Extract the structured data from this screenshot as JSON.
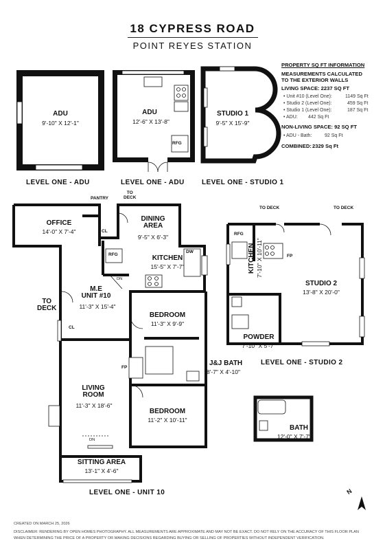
{
  "header": {
    "title": "18 CYPRESS ROAD",
    "subtitle": "POINT REYES STATION"
  },
  "sqft": {
    "heading": "PROPERTY SQ FT INFORMATION",
    "measure_line1": "MEASUREMENTS CALCULATED",
    "measure_line2": "TO THE EXTERIOR WALLS",
    "living_label": "LIVING SPACE: 2237 SQ FT",
    "living_items": [
      {
        "label": "Unit #10 (Level One):",
        "value": "1149 Sq Ft"
      },
      {
        "label": "Studio 2 (Level One):",
        "value": "459 Sq Ft"
      },
      {
        "label": "Studio 1 (Level One):",
        "value": "187 Sq Ft"
      },
      {
        "label": "ADU:",
        "value": "442 Sq Ft"
      }
    ],
    "nonliving_label": "NON-LIVING SPACE: 92 SQ FT",
    "nonliving_items": [
      {
        "label": "ADU - Bath:",
        "value": "92 Sq Ft"
      }
    ],
    "combined_label": "COMBINED:",
    "combined_value": "2329 Sq Ft"
  },
  "plans": {
    "adu1": {
      "name": "ADU",
      "dims": "9'-10\" X 12'-1\"",
      "level": "LEVEL ONE - ADU"
    },
    "adu2": {
      "name": "ADU",
      "dims": "12'-6\" X 13'-8\"",
      "level": "LEVEL ONE - ADU",
      "rfg": "RFG"
    },
    "studio1": {
      "name": "STUDIO 1",
      "dims": "9'-5\" X 15'-9\"",
      "level": "LEVEL ONE - STUDIO 1"
    },
    "unit10": {
      "level": "LEVEL ONE - UNIT 10",
      "pantry": "PANTRY",
      "to_deck_top": "TO\nDECK",
      "office": {
        "name": "OFFICE",
        "dims": "14'-0\" X 7'-4\""
      },
      "cl1": "CL",
      "dining": {
        "name": "DINING\nAREA",
        "dims": "9'-5\" X 6'-3\""
      },
      "kitchen": {
        "name": "KITCHEN",
        "dims": "15'-5\" X 7'-7\""
      },
      "rfg": "RFG",
      "dw": "DW",
      "dn1": "DN",
      "me": {
        "name": "M.E\nUNIT #10",
        "dims": "11'-3\" X 15'-4\""
      },
      "to_deck_left": "TO\nDECK",
      "cl2": "CL",
      "bedroom1": {
        "name": "BEDROOM",
        "dims": "11'-3\" X 9'-9\""
      },
      "fp": "FP",
      "jj": {
        "name": "J&J BATH",
        "dims": "8'-7\" X 4'-10\""
      },
      "living": {
        "name": "LIVING\nROOM",
        "dims": "11'-3\" X 18'-6\""
      },
      "bedroom2": {
        "name": "BEDROOM",
        "dims": "11'-2\" X 10'-11\""
      },
      "dn2": "DN",
      "sitting": {
        "name": "SITTING AREA",
        "dims": "13'-1\" X 4'-6\""
      }
    },
    "studio2": {
      "level": "LEVEL ONE - STUDIO 2",
      "to_deck1": "TO DECK",
      "to_deck2": "TO DECK",
      "rfg": "RFG",
      "kitchen": {
        "name": "KITCHEN",
        "dims": "7'-10\" X 10'-11\""
      },
      "fp": "FP",
      "studio": {
        "name": "STUDIO 2",
        "dims": "13'-8\" X 20'-0\""
      },
      "powder": {
        "name": "POWDER",
        "dims": "7'-10\" X 5'-7\""
      }
    },
    "bath": {
      "name": "BATH",
      "dims": "12'-0\" X 7'-7\""
    }
  },
  "compass": "N",
  "footer": {
    "created": "CREATED ON MARCH 25, 2026",
    "disclaimer1": "DISCLAIMER: RENDERING BY OPEN HOMES PHOTOGRAPHY. ALL MEASUREMENTS ARE APPROXIMATE AND MAY NOT BE EXACT. DO NOT RELY ON THE ACCURACY OF THIS FLOOR PLAN",
    "disclaimer2": "WHEN DETERMINING THE PRICE OF A PROPERTY OR MAKING DECISIONS REGARDING BUYING OR SELLING OF PROPERTIES WITHOUT INDEPENDENT VERIFICATION."
  }
}
